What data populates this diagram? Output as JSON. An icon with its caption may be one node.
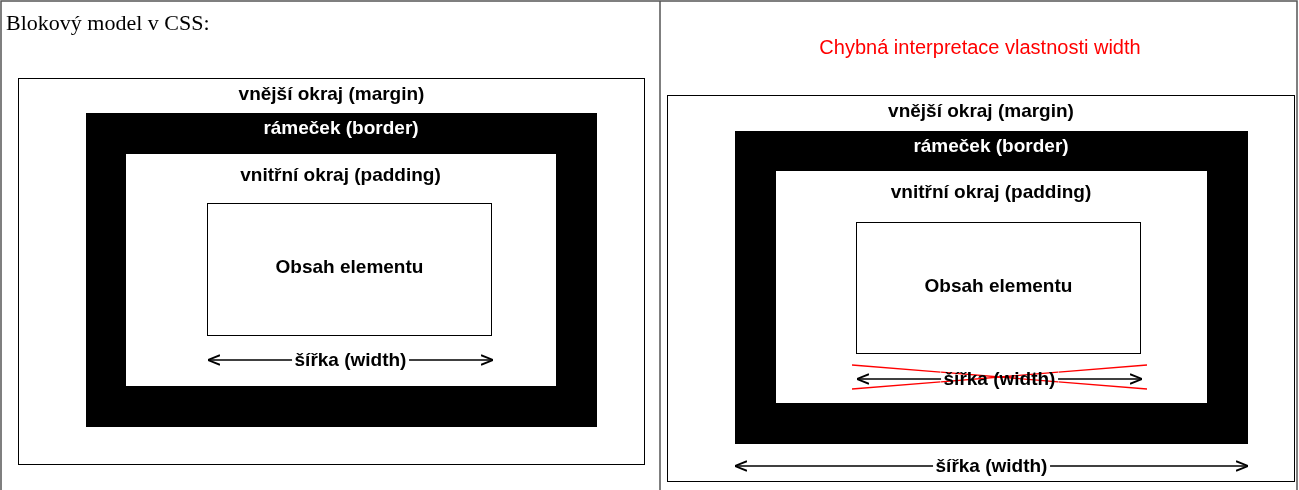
{
  "diagram": {
    "nodes": [
      {
        "text": [
          "vnější okraj (margin)"
        ]
      },
      {
        "text": [
          "rámeček (border)"
        ],
        "in": 0
      },
      {
        "text": [
          "vnitřní okraj (padding)"
        ],
        "in": 1
      },
      {
        "text": [
          "Obsah elementu"
        ],
        "in": 2
      },
      {
        "text": [
          "vnější okraj (margin)"
        ]
      },
      {
        "text": [
          "rámeček (border)"
        ],
        "in": 4
      },
      {
        "text": [
          "vnitřní okraj (padding)"
        ],
        "in": 5
      },
      {
        "text": [
          "Obsah elementu"
        ],
        "in": 6
      }
    ],
    "edges": [],
    "labels": [
      "Blokový model v CSS:",
      "Chybná interpretace vlastnosti width",
      "šířka (width)",
      "šířka (width)",
      "šířka (width)"
    ]
  }
}
